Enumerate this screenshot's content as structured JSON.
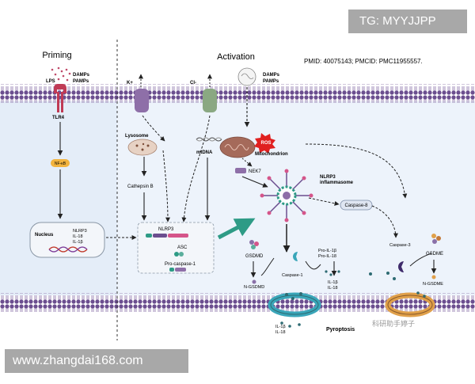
{
  "watermarks": {
    "tg": "TG: MYYJJPP",
    "site": "www.zhangdai168.com",
    "wechat": "科研助手婷子"
  },
  "citation": "PMID: 40075143; PMCID: PMC11955557.",
  "priming": {
    "title": "Priming",
    "lps": "LPS",
    "damps": "DAMPs",
    "pamps": "PAMPs",
    "tlr4": "TLR4",
    "nfkb": "NF-κB",
    "nucleus": "Nucleus",
    "genes": [
      "NLRP3",
      "IL-18",
      "IL-1β"
    ]
  },
  "activation": {
    "title": "Activation",
    "k_ion": "K+",
    "cl_ion": "Cl-",
    "damps": "DAMPs",
    "pamps": "PAMPs",
    "lysosome": "Lysosome",
    "cathepsin": "Cathepsin B",
    "mtdna": "mtDNA",
    "ros": "ROS",
    "mitochondrion": "Mitochondrion",
    "nek7": "NEK7",
    "complex": {
      "nlrp3": "NLRP3",
      "asc": "ASC",
      "procasp1": "Pro-caspase-1"
    },
    "inflammasome": [
      "NLRP3",
      "inflammasome"
    ],
    "caspase8": "Caspase-8"
  },
  "pyroptosis": {
    "gsdmd": "GSDMD",
    "n_gsdmd": "N-GSDMD",
    "caspase1": "Caspase-1",
    "pro_il1b": "Pro-IL-1β",
    "pro_il18": "Pro-IL-18",
    "il1b": "IL-1β",
    "il18": "IL-18",
    "pore_il1b": "IL-1β",
    "pore_il18": "IL-18",
    "label": "Pyroptosis",
    "caspase3": "Caspase-3",
    "gsdme": "GSDME",
    "n_gsdme": "N-GSDME"
  },
  "colors": {
    "membrane": "#6b4e8f",
    "cytoplasm": "#e9f1fb",
    "arrow_teal": "#2e9b86",
    "ros": "#e02020",
    "mitochondrion": "#a56a5a"
  }
}
